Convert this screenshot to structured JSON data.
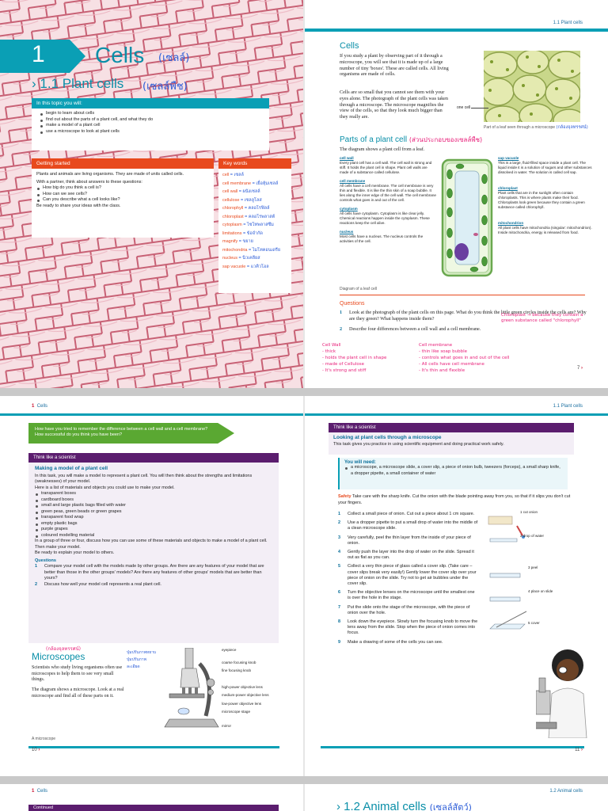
{
  "spread1": {
    "left": {
      "chapter_num": "1",
      "chapter_title": "Cells",
      "chapter_title_note": "(เซลล์)",
      "section": "1.1 Plant cells",
      "section_note": "(เซลล์พืช)",
      "topic_head": "In this topic you will:",
      "topic_items": [
        "begin to learn about cells",
        "find out about the parts of a plant cell, and what they do",
        "make a model of a plant cell",
        "use a microscope to look at plant cells"
      ],
      "getting_started_head": "Getting started",
      "getting_started_p1": "Plants and animals are living organisms. They are made of units called cells.",
      "getting_started_p2": "With a partner, think about answers to these questions:",
      "getting_started_qs": [
        "How big do you think a cell is?",
        "How can we see cells?",
        "Can you describe what a cell looks like?"
      ],
      "getting_started_p3": "Be ready to share your ideas with the class.",
      "keywords_head": "Key words",
      "keywords": [
        {
          "term": "cell",
          "note": "= เซลล์"
        },
        {
          "term": "cell membrane",
          "note": "= เยื่อหุ้มเซลล์"
        },
        {
          "term": "cell wall",
          "note": "= ผนังเซลล์"
        },
        {
          "term": "cellulose",
          "note": "= เซลลูโลส"
        },
        {
          "term": "chlorophyll",
          "note": "= คลอโรฟิลล์"
        },
        {
          "term": "chloroplast",
          "note": "= คลอโรพลาสต์"
        },
        {
          "term": "cytoplasm",
          "note": "= ไซโทพลาสซึม"
        },
        {
          "term": "limitations",
          "note": "= ข้อจำกัด"
        },
        {
          "term": "magnify",
          "note": "= ขยาย"
        },
        {
          "term": "mitochondria",
          "note": "= ไมโทคอนเดรีย"
        },
        {
          "term": "nucleus",
          "note": "= นิวเคลียส"
        },
        {
          "term": "sap vacuole",
          "note": "= แวคิวโอล"
        }
      ]
    },
    "right": {
      "header": "1.1 Plant cells",
      "cells_title": "Cells",
      "cells_p1": "If you study a plant by observing part of it through a microscope, you will see that it is made up of a large number of tiny 'boxes'. These are called cells. All living organisms are made of cells.",
      "cells_p2": "Cells are so small that you cannot see them with your eyes alone. The photograph of the plant cells was taken through a microscope. The microscope magnifies the view of the cells, so that they look much bigger than they really are.",
      "one_cell": "one cell",
      "photo_caption": "Part of a leaf seen through a microscope",
      "photo_caption_note": "(กล้องจุลทรรศน์)",
      "parts_title": "Parts of a plant cell",
      "parts_title_note": "(ส่วนประกอบของเซลล์พืช)",
      "parts_intro": "The diagram shows a plant cell from a leaf.",
      "left_labels": [
        {
          "term": "cell wall",
          "text": "Every plant cell has a cell wall. The cell wall is strong and stiff. It holds the plant cell in shape. Plant cell walls are made of a substance called cellulose."
        },
        {
          "term": "cell membrane",
          "text": "All cells have a cell membrane. The cell membrane is very thin and flexible. It is like the thin skin of a soap bubble. It lies along the inner edge of the cell wall. The cell membrane controls what goes in and out of the cell."
        },
        {
          "term": "cytoplasm",
          "text": "All cells have cytoplasm. Cytoplasm is like clear jelly. Chemical reactions happen inside the cytoplasm. These reactions keep the cell alive."
        },
        {
          "term": "nucleus",
          "text": "Most cells have a nucleus. The nucleus controls the activities of the cell."
        }
      ],
      "right_labels": [
        {
          "term": "sap vacuole",
          "text": "This is a large, fluid-filled space inside a plant cell. The liquid inside it is a solution of sugars and other substances dissolved in water. The solution is called cell sap."
        },
        {
          "term": "chloroplast",
          "text": "Plant cells that are in the sunlight often contain chloroplasts. This is where plants make their food. Chloroplasts look green because they contain a green substance called chlorophyll."
        },
        {
          "term": "mitochondrion",
          "text": "All plant cells have mitochondria (singular: mitochondrion). Inside mitochondria, energy is released from food."
        }
      ],
      "diagram_caption": "Diagram of a leaf cell",
      "questions_head": "Questions",
      "questions": [
        {
          "n": "1",
          "text": "Look at the photograph of the plant cells on this page. What do you think the little green circles inside the cells are? Why are they green? What happens inside them?"
        },
        {
          "n": "2",
          "text": "Describe four differences between a cell wall and a cell membrane."
        }
      ],
      "answer_note": "Chloroplast → because they contain a green substance called \"chlorophyll\"",
      "notes_left_head": "Cell Wall",
      "notes_left": [
        "- thick",
        "- holds the plant cell in shape",
        "- made of Cellulose",
        "- It's strong and stiff"
      ],
      "notes_right_head": "Cell membrane",
      "notes_right": [
        "- thin like soap bubble",
        "- controls what goes in and out of the cell",
        "- All cells have cell membrane",
        "- It's thin and flexible"
      ],
      "page_no": "7"
    }
  },
  "spread2": {
    "left": {
      "header_num": "1",
      "header_title": "Cells",
      "banner": "How have you tried to remember the difference between a cell wall and a cell membrane? How successful do you think you have been?",
      "think_head": "Think like a scientist",
      "model_title": "Making a model of a plant cell",
      "model_p1": "In this task, you will make a model to represent a plant cell. You will then think about the strengths and limitations (weaknesses) of your model.",
      "model_p2": "Here is a list of materials and objects you could use to make your model.",
      "materials": [
        "transparent boxes",
        "cardboard boxes",
        "small and large plastic bags filled with water",
        "green peas, green beads or green grapes",
        "transparent food wrap",
        "empty plastic bags",
        "purple grapes",
        "coloured modelling material"
      ],
      "model_p3": "In a group of three or four, discuss how you can use some of these materials and objects to make a model of a plant cell. Then make your model.",
      "model_p4": "Be ready to explain your model to others.",
      "questions_head": "Questions",
      "questions": [
        {
          "n": "1",
          "text": "Compare your model cell with the models made by other groups. Are there are any features of your model that are better than those in the other groups' models? Are there any features of other groups' models that are better than yours?"
        },
        {
          "n": "2",
          "text": "Discuss how well your model cell represents a real plant cell."
        }
      ],
      "micro_note": "(กล้องจุลทรรศน์)",
      "micro_title": "Microscopes",
      "micro_p1": "Scientists who study living organisms often use microscopes to help them to see very small things.",
      "micro_p2": "The diagram shows a microscope. Look at a real microscope and find all of these parts on it.",
      "micro_labels": [
        "eyepiece",
        "coarse focusing knob",
        "fine focusing knob",
        "high-power objective lens",
        "medium-power objective lens",
        "low-power objective lens",
        "microscope stage",
        "mirror"
      ],
      "micro_caption": "A microscope",
      "page_no": "10"
    },
    "right": {
      "header": "1.1 Plant cells",
      "think_head": "Think like a scientist",
      "look_title": "Looking at plant cells through a microscope",
      "look_intro": "This task gives you practice in using scientific equipment and doing practical work safely.",
      "need_head": "You will need:",
      "need_text": "a microscope, a microscope slide, a cover slip, a piece of onion bulb, tweezers (forceps), a small sharp knife, a dropper pipette, a small container of water",
      "safety_label": "Safety",
      "safety_text": "Take care with the sharp knife. Cut the onion with the blade pointing away from you, so that if it slips you don't cut your fingers.",
      "steps": [
        {
          "n": "1",
          "text": "Collect a small piece of onion. Cut out a piece about 1 cm square."
        },
        {
          "n": "2",
          "text": "Use a dropper pipette to put a small drop of water into the middle of a clean microscope slide."
        },
        {
          "n": "3",
          "text": "Very carefully, peel the thin layer from the inside of your piece of onion."
        },
        {
          "n": "4",
          "text": "Gently push the layer into the drop of water on the slide. Spread it out as flat as you can."
        },
        {
          "n": "5",
          "text": "Collect a very thin piece of glass called a cover slip. (Take care – cover slips break very easily!) Gently lower the cover slip over your piece of onion on the slide. Try not to get air bubbles under the cover slip."
        },
        {
          "n": "6",
          "text": "Turn the objective lenses on the microscope until the smallest one is over the hole in the stage."
        },
        {
          "n": "7",
          "text": "Put the slide onto the stage of the microscope, with the piece of onion over the hole."
        },
        {
          "n": "8",
          "text": "Look down the eyepiece. Slowly turn the focusing knob to move the lens away from the slide. Stop when the piece of onion comes into focus."
        },
        {
          "n": "9",
          "text": "Make a drawing of some of the cells you can see."
        }
      ],
      "fig_labels": [
        "1 cut onion",
        "2 drop of water",
        "3 peel",
        "4 place on slide",
        "5 cover"
      ],
      "page_no": "11"
    }
  },
  "spread3": {
    "left": {
      "header_num": "1",
      "header_title": "Cells",
      "continued": "Continued"
    },
    "right": {
      "header": "1.2 Animal cells",
      "section": "1.2 Animal cells",
      "section_note": "(เซลล์สัตว์)"
    }
  }
}
